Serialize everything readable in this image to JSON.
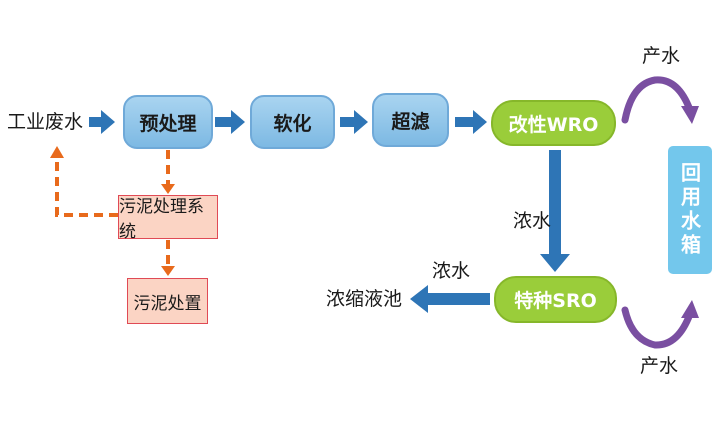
{
  "source": "工业废水",
  "nodes": {
    "pretreat": "预处理",
    "soften": "软化",
    "uf": "超滤",
    "wro": "改性WRO",
    "sro": "特种SRO",
    "sludge_system": "污泥处理系统",
    "sludge_disposal": "污泥处置",
    "reuse_tank": "回用水箱",
    "concentrate_pool": "浓缩液池"
  },
  "labels": {
    "product_water_top": "产水",
    "product_water_bottom": "产水",
    "concentrate_mid": "浓水",
    "concentrate_bottom": "浓水"
  },
  "colors": {
    "arrow_blue": "#2e75b6",
    "process_blue": "#8fc5ea",
    "ro_green": "#9acd3a",
    "sludge_orange": "#e86a1c",
    "arc_purple": "#7a4fa1",
    "tank_cyan": "#73c7ec"
  }
}
